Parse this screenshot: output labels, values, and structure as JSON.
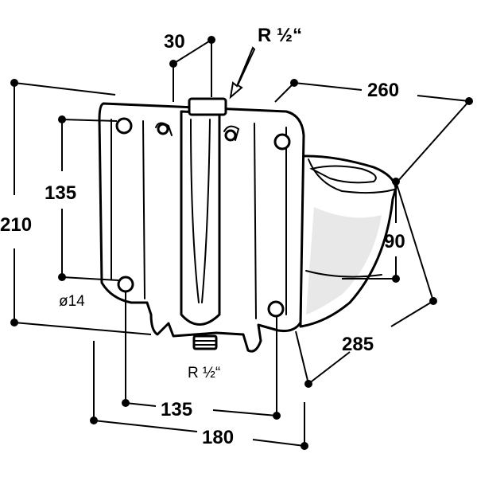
{
  "diagram": {
    "labels": {
      "d30": "30",
      "r_half_top": "R ½“",
      "d260": "260",
      "d135_left": "135",
      "d210": "210",
      "d90": "90",
      "phi14": "ø14",
      "d285": "285",
      "r_half_bottom": "R ½“",
      "d135_bottom": "135",
      "d180": "180"
    }
  }
}
